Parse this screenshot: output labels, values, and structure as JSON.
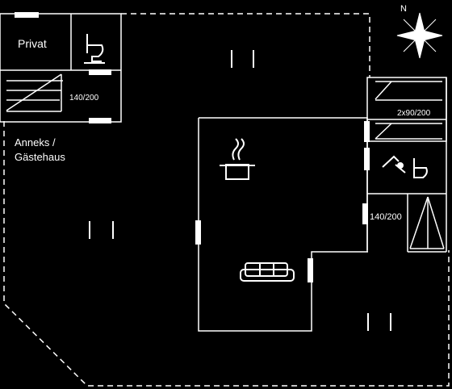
{
  "labels": {
    "privat": "Privat",
    "bed_top_left": "140/200",
    "annex_line1": "Anneks /",
    "annex_line2": "Gästehaus",
    "bed_right_top": "2x90/200",
    "bed_right_mid": "140/200"
  },
  "compass": {
    "north": "N"
  },
  "colors": {
    "background": "#000000",
    "line": "#ffffff"
  }
}
